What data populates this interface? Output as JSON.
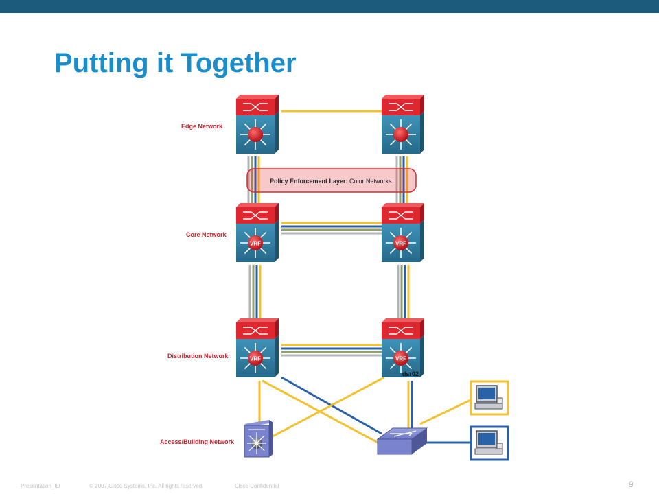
{
  "slide": {
    "title": "Putting it Together",
    "page_number": "9"
  },
  "footer": {
    "presentation_id": "Presentation_ID",
    "copyright": "© 2007 Cisco Systems, Inc. All rights reserved.",
    "confidentiality": "Cisco Confidential"
  },
  "diagram": {
    "layers": {
      "edge": "Edge Network",
      "core": "Core Network",
      "distribution": "Distribution Network",
      "access": "Access/Building Network"
    },
    "policy_bar": {
      "bold": "Policy Enforcement Layer:",
      "rest": " Color Networks"
    },
    "vrf_label": "VRF",
    "device_label": "dsr02",
    "colors": {
      "brand_blue": "#1b8ec9",
      "top_bar": "#1d5b7c",
      "router_red": "#e0262e",
      "router_teal": "#2e7fa3",
      "link_yellow": "#f2c230",
      "link_blue": "#2a62a8",
      "link_green": "#8fa06a",
      "link_gray": "#b0b4b8",
      "label_red": "#c8232c"
    }
  }
}
